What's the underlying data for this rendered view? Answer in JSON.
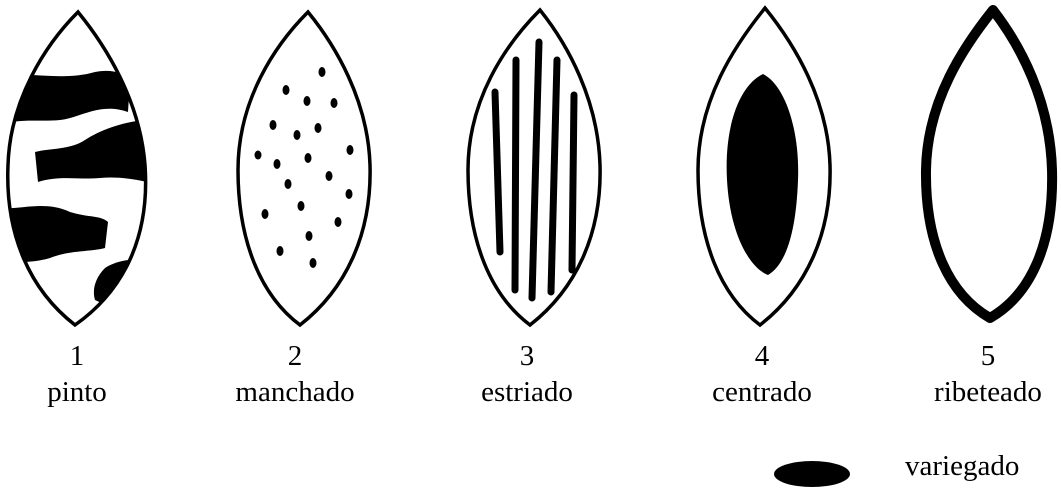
{
  "figure": {
    "patterns": [
      {
        "number": "1",
        "name": "pinto"
      },
      {
        "number": "2",
        "name": "manchado"
      },
      {
        "number": "3",
        "name": "estriado"
      },
      {
        "number": "4",
        "name": "centrado"
      },
      {
        "number": "5",
        "name": "ribeteado"
      }
    ],
    "legend": {
      "label": "variegado"
    }
  },
  "colors": {
    "ink": "#000000",
    "background": "#ffffff"
  }
}
